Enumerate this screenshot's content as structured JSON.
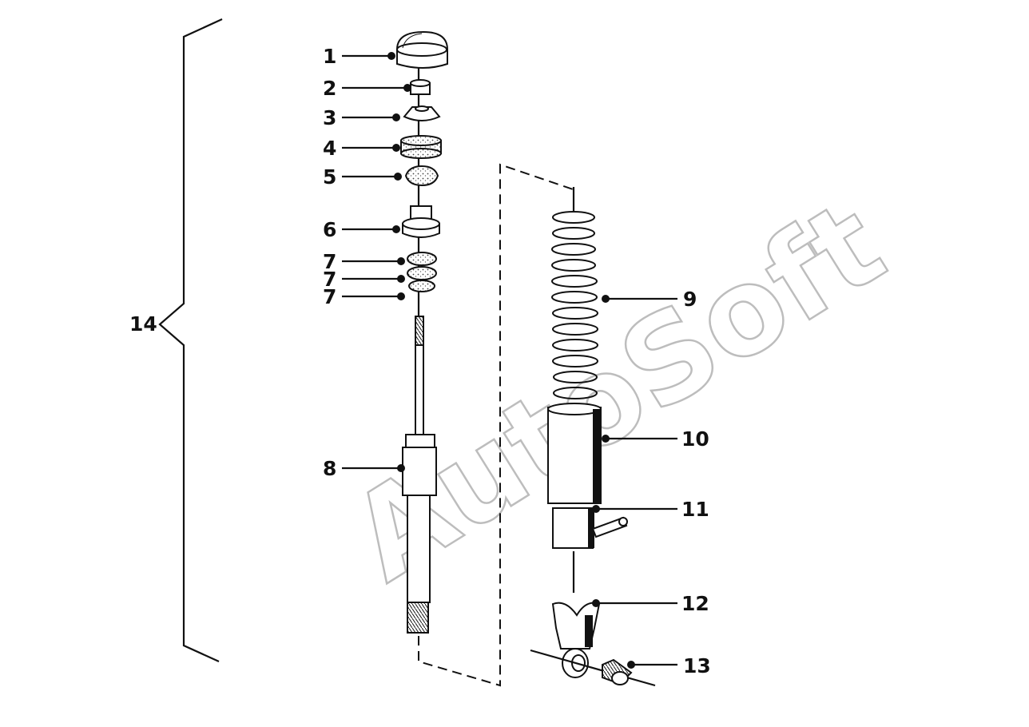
{
  "diagram": {
    "watermark": "AutoSoft",
    "colors": {
      "ink": "#111111",
      "watermark": "#bdbdbd",
      "background": "#ffffff"
    },
    "callouts": [
      {
        "id": "1",
        "label": "1"
      },
      {
        "id": "2",
        "label": "2"
      },
      {
        "id": "3",
        "label": "3"
      },
      {
        "id": "4",
        "label": "4"
      },
      {
        "id": "5",
        "label": "5"
      },
      {
        "id": "6",
        "label": "6"
      },
      {
        "id": "7a",
        "label": "7"
      },
      {
        "id": "7b",
        "label": "7"
      },
      {
        "id": "7c",
        "label": "7"
      },
      {
        "id": "8",
        "label": "8"
      },
      {
        "id": "9",
        "label": "9"
      },
      {
        "id": "10",
        "label": "10"
      },
      {
        "id": "11",
        "label": "11"
      },
      {
        "id": "12",
        "label": "12"
      },
      {
        "id": "13",
        "label": "13"
      },
      {
        "id": "14",
        "label": "14"
      }
    ]
  }
}
